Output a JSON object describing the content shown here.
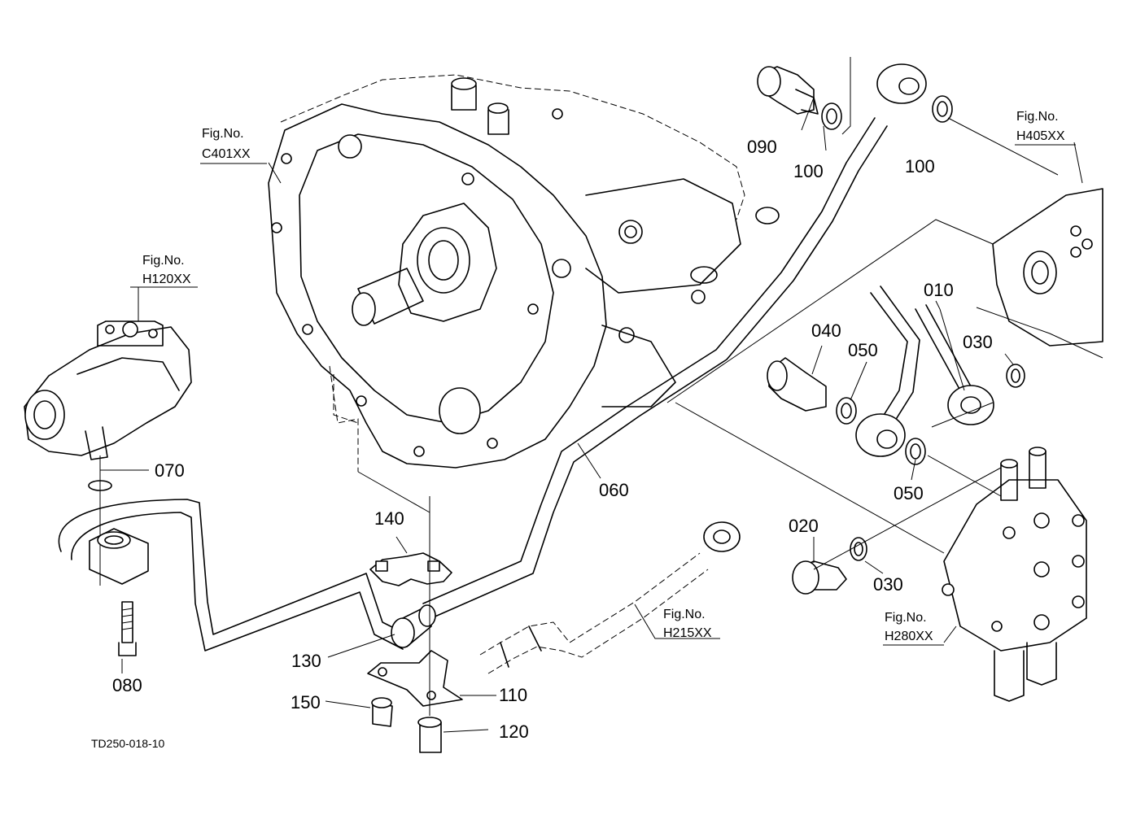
{
  "drawing_code": "TD250-018-10",
  "fig_refs": [
    {
      "id": "c401",
      "line1": "Fig.No.",
      "line2": "C401XX"
    },
    {
      "id": "h120",
      "line1": "Fig.No.",
      "line2": "H120XX"
    },
    {
      "id": "h405",
      "line1": "Fig.No.",
      "line2": "H405XX"
    },
    {
      "id": "h215",
      "line1": "Fig.No.",
      "line2": "H215XX"
    },
    {
      "id": "h280",
      "line1": "Fig.No.",
      "line2": "H280XX"
    }
  ],
  "part_labels": [
    "090",
    "100",
    "100",
    "010",
    "040",
    "050",
    "030",
    "070",
    "060",
    "050",
    "020",
    "030",
    "140",
    "130",
    "080",
    "110",
    "150",
    "120"
  ]
}
